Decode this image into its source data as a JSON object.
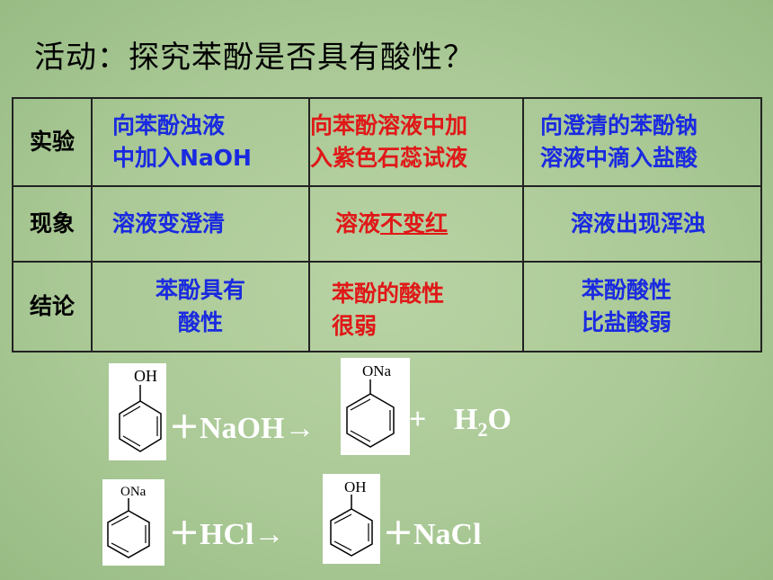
{
  "title": "活动：探究苯酚是否具有酸性？",
  "table": {
    "rows": [
      {
        "header": "实验",
        "cells": [
          {
            "line1": "向苯酚浊液",
            "line2": "中加入NaOH"
          },
          {
            "line1": "向苯酚溶液中加",
            "line2": "入紫色石蕊试液"
          },
          {
            "line1": "向澄清的苯酚钠",
            "line2": "溶液中滴入盐酸"
          }
        ]
      },
      {
        "header": "现象",
        "cells": [
          {
            "text": "溶液变澄清"
          },
          {
            "pre": "溶液",
            "underlined": "不变红"
          },
          {
            "text": "溶液出现浑浊"
          }
        ]
      },
      {
        "header": "结论",
        "cells": [
          {
            "line1": "苯酚具有",
            "line2": "酸性"
          },
          {
            "line1": "苯酚的酸性",
            "line2": "很弱"
          },
          {
            "line1": "苯酚酸性",
            "line2": "比盐酸弱"
          }
        ]
      }
    ]
  },
  "equation1": {
    "reactant_label": "OH",
    "reagent": "＋NaOH→",
    "product_label": "ONa",
    "plus": "+",
    "water": "H",
    "water_sub": "2",
    "water_end": "O"
  },
  "equation2": {
    "reactant_label": "ONa",
    "reagent": "＋HCl→",
    "product_label": "OH",
    "product2": "＋NaCl"
  }
}
